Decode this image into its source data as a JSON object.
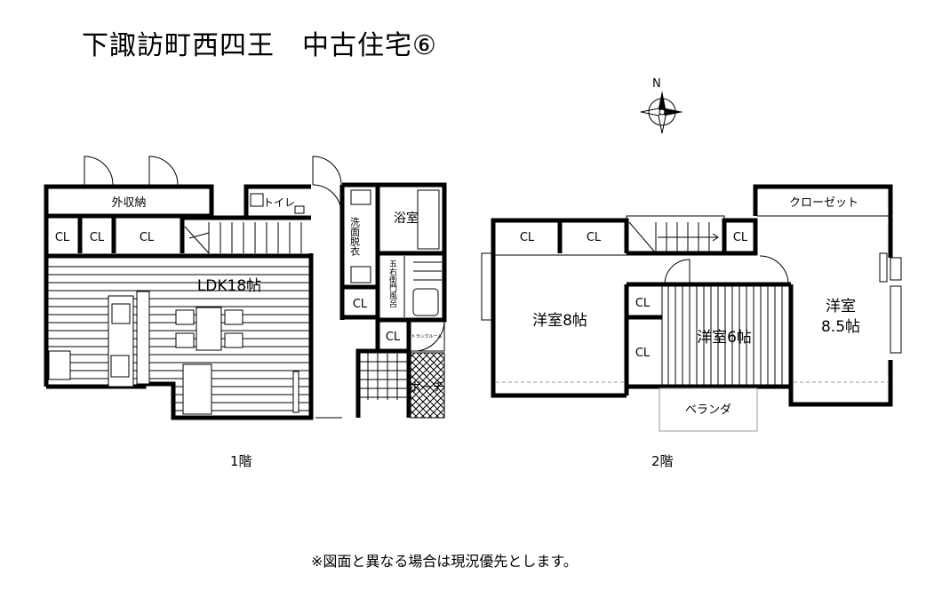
{
  "title": "下諏訪町西四王　中古住宅⑥",
  "footer_note": "※図面と異なる場合は現況優先とします。",
  "compass": {
    "north_label": "N"
  },
  "floor1": {
    "label": "1階",
    "rooms": {
      "outdoor_storage": "外収納",
      "cl1": "CL",
      "cl2": "CL",
      "cl3": "CL",
      "toilet": "トイレ",
      "ldk": "LDK18帖",
      "washroom": "洗面脱衣",
      "bathroom": "浴室",
      "goemon_bath": "五右衛門風呂",
      "cl4": "CL",
      "cl5": "CL",
      "trunk_room": "トランクルーム",
      "porch": "ポーチ"
    }
  },
  "floor2": {
    "label": "2階",
    "rooms": {
      "closet": "クローゼット",
      "cl1": "CL",
      "cl2": "CL",
      "cl3": "CL",
      "cl4": "CL",
      "cl5": "CL",
      "western8": "洋室8帖",
      "western6": "洋室6帖",
      "western85_a": "洋室",
      "western85_b": "8.5帖",
      "balcony": "ベランダ"
    }
  }
}
